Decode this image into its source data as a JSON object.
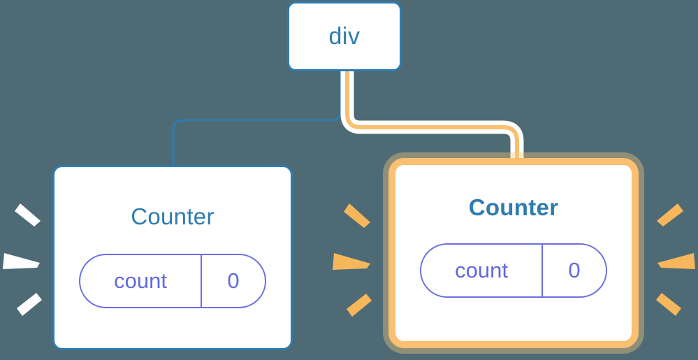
{
  "diagram": {
    "title": "component re-render highlight tree",
    "background_color": "#4e6b75",
    "accent_blue": "#2e7cb0",
    "accent_orange": "#f8c070",
    "accent_indigo": "#6269e0",
    "white": "#ffffff"
  },
  "nodes": {
    "root": {
      "label": "div"
    },
    "left": {
      "label": "Counter",
      "state_key": "count",
      "state_value": "0",
      "highlighted": "false"
    },
    "right": {
      "label": "Counter",
      "state_key": "count",
      "state_value": "0",
      "highlighted": "true"
    }
  },
  "edges": {
    "left_edge_color": "#2e7cb0",
    "right_edge_color": "#f8c070",
    "right_edge_glow_color": "#ffffff"
  },
  "bursts": {
    "left_group_color": "#ffffff",
    "middle_group_color": "#f6b75c",
    "right_group_color": "#f6b75c"
  }
}
